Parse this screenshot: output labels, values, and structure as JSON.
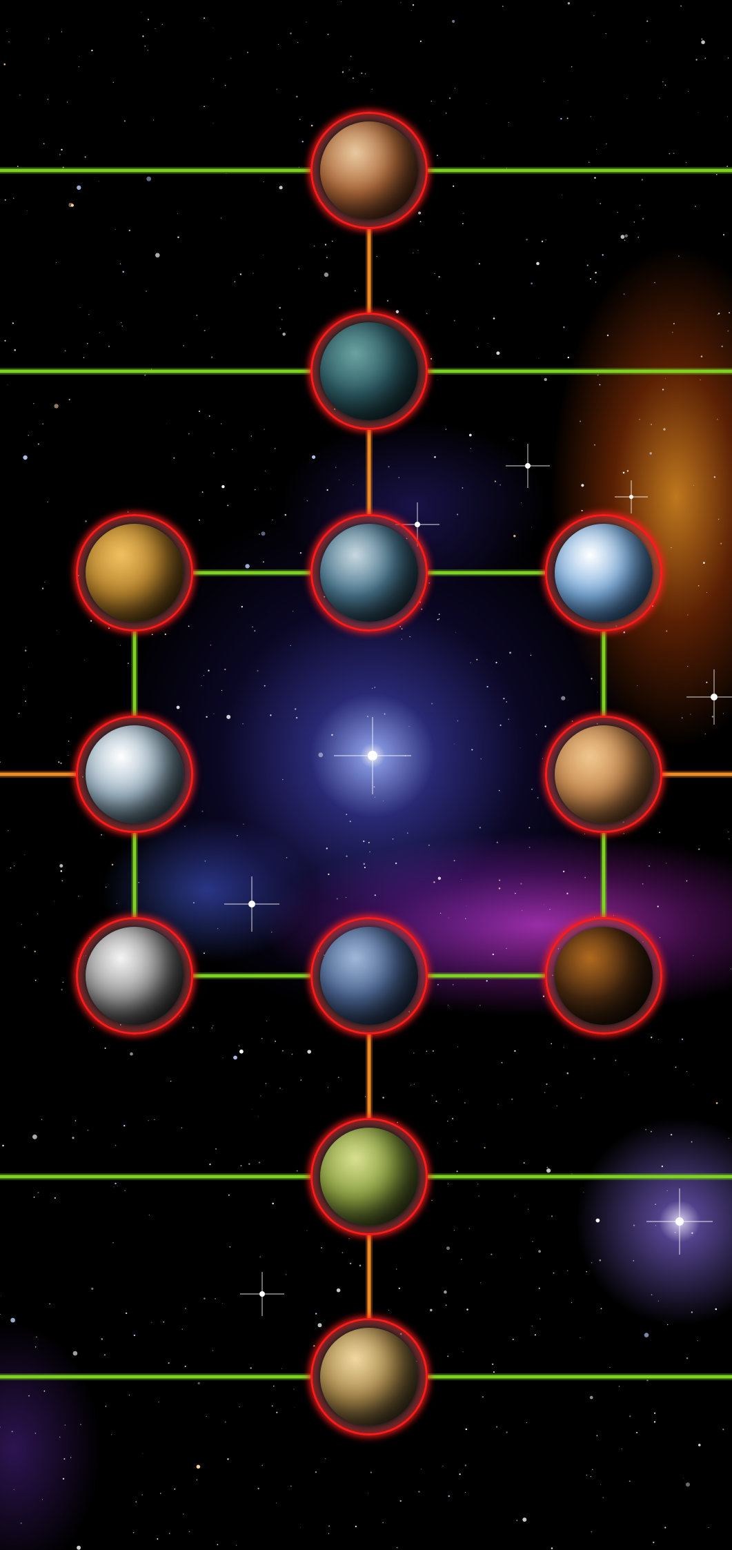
{
  "board": {
    "background": "starfield",
    "colors": {
      "node_ring": "#ff1a1a",
      "link_lane": "#7ed321",
      "link_hyper": "#f08a24"
    }
  },
  "planets": [
    {
      "id": "p1",
      "name": "gas-giant",
      "colors": [
        "#e8c9a0",
        "#b06a3a",
        "#4a1f12"
      ]
    },
    {
      "id": "p2",
      "name": "ocean-world",
      "colors": [
        "#6aa3a0",
        "#2e5d66",
        "#16323a"
      ]
    },
    {
      "id": "p3",
      "name": "venus-world",
      "colors": [
        "#f0c060",
        "#b8842c",
        "#5a3a10"
      ]
    },
    {
      "id": "p4",
      "name": "earth-world",
      "colors": [
        "#c8d8e0",
        "#4a7890",
        "#1a3040"
      ]
    },
    {
      "id": "p5",
      "name": "ice-world",
      "colors": [
        "#ffffff",
        "#7fb0e0",
        "#1f5a9a"
      ]
    },
    {
      "id": "p6",
      "name": "storm-world",
      "colors": [
        "#ffffff",
        "#a0b8c8",
        "#2a4858"
      ]
    },
    {
      "id": "p7",
      "name": "mars-world",
      "colors": [
        "#f0c890",
        "#c88a50",
        "#6a3a1a"
      ]
    },
    {
      "id": "p8",
      "name": "moon",
      "colors": [
        "#f4f4f4",
        "#9a9a9a",
        "#101010"
      ]
    },
    {
      "id": "p9",
      "name": "blue-rock-world",
      "colors": [
        "#a0b8d8",
        "#4a6490",
        "#1a2a48"
      ]
    },
    {
      "id": "p10",
      "name": "lava-world",
      "colors": [
        "#b06a20",
        "#4a2a10",
        "#120a05"
      ]
    },
    {
      "id": "p11",
      "name": "jungle-world",
      "colors": [
        "#d8e090",
        "#8aa040",
        "#34401a"
      ]
    },
    {
      "id": "p12",
      "name": "desert-world",
      "colors": [
        "#f0d8a0",
        "#a8884a",
        "#3a3020"
      ]
    }
  ],
  "links": [
    {
      "from": "p1",
      "to": "p2",
      "type": "hyper"
    },
    {
      "from": "p2",
      "to": "p4",
      "type": "hyper"
    },
    {
      "from": "p3",
      "to": "p4",
      "type": "lane"
    },
    {
      "from": "p4",
      "to": "p5",
      "type": "lane"
    },
    {
      "from": "p3",
      "to": "p6",
      "type": "lane"
    },
    {
      "from": "p5",
      "to": "p7",
      "type": "lane"
    },
    {
      "from": "p6",
      "to": "p8",
      "type": "lane"
    },
    {
      "from": "p7",
      "to": "p10",
      "type": "lane"
    },
    {
      "from": "p8",
      "to": "p9",
      "type": "lane"
    },
    {
      "from": "p9",
      "to": "p10",
      "type": "lane"
    },
    {
      "from": "p9",
      "to": "p11",
      "type": "hyper"
    },
    {
      "from": "p11",
      "to": "p12",
      "type": "hyper"
    }
  ],
  "edge_links": [
    {
      "planet": "p1",
      "side": "left",
      "type": "lane"
    },
    {
      "planet": "p1",
      "side": "right",
      "type": "lane"
    },
    {
      "planet": "p2",
      "side": "left",
      "type": "lane"
    },
    {
      "planet": "p2",
      "side": "right",
      "type": "lane"
    },
    {
      "planet": "p6",
      "side": "left",
      "type": "hyper"
    },
    {
      "planet": "p7",
      "side": "right",
      "type": "hyper"
    },
    {
      "planet": "p11",
      "side": "left",
      "type": "lane"
    },
    {
      "planet": "p11",
      "side": "right",
      "type": "lane"
    },
    {
      "planet": "p12",
      "side": "left",
      "type": "lane"
    },
    {
      "planet": "p12",
      "side": "right",
      "type": "lane"
    }
  ]
}
